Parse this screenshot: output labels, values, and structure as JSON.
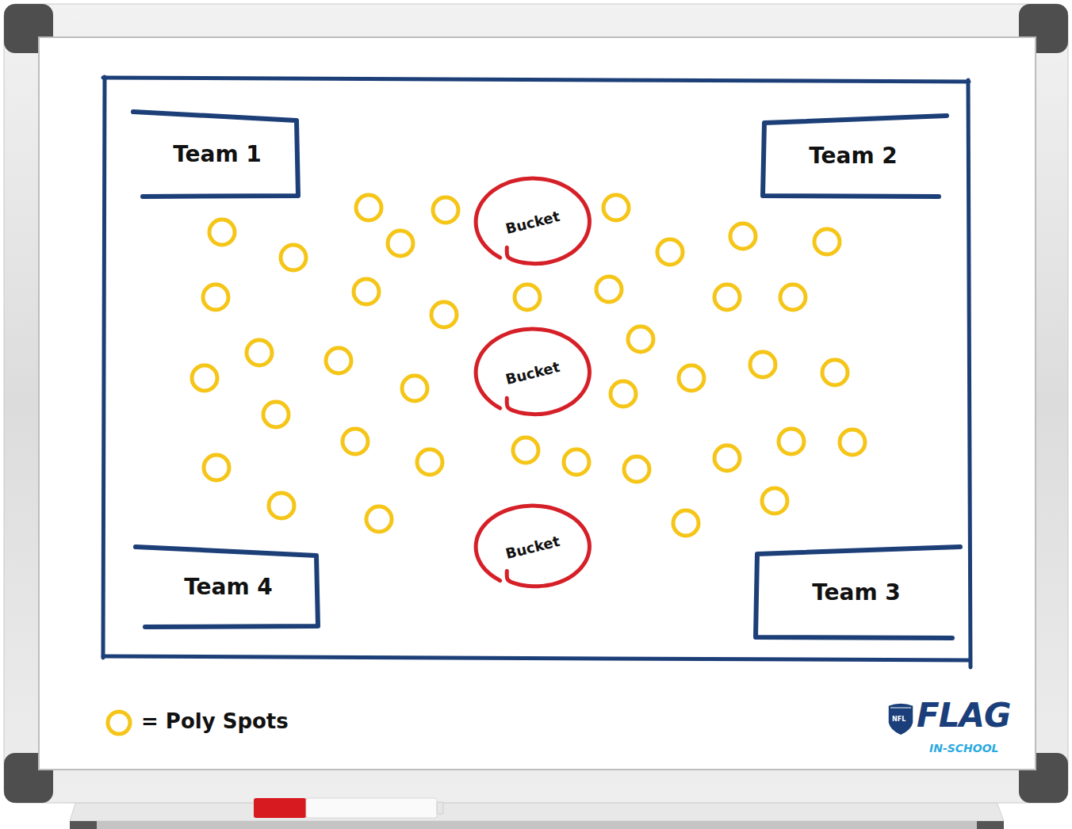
{
  "diagram": {
    "nodes": [
      {
        "text": [
          "Team 1"
        ]
      },
      {
        "text": [
          "Team 2"
        ]
      },
      {
        "text": [
          "Bucket"
        ]
      },
      {
        "text": [
          "Bucket"
        ]
      },
      {
        "text": [
          "Bucket"
        ]
      },
      {
        "text": [
          "Team 4"
        ]
      },
      {
        "text": [
          "Team 3"
        ]
      }
    ],
    "labels": [
      "NFL",
      "FLAG",
      "IN-SCHOOL"
    ],
    "legend": [
      {
        "text": "= Poly Spots"
      }
    ]
  }
}
